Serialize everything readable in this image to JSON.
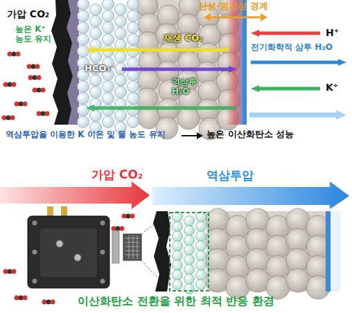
{
  "diagram": {
    "nodes": [
      {
        "text": [
          "가압 CO₂"
        ]
      },
      {
        "text": [
          "역삼투압"
        ]
      }
    ],
    "labels": [
      "가압 CO₂",
      "높은 K⁺ 농도 유지",
      "재생 CO₂",
      "산성-염기성 경계",
      "HCO₃⁻",
      "역삼투 H₂O",
      "H⁺",
      "전기화학적 삼투 H₂O",
      "K⁺",
      "역삼투압을 이용한 K 이온 및 물 농도 유지",
      "높은 이산화탄소 성능",
      "이산화탄소 전환을 위한 최적 반응 환경"
    ]
  }
}
